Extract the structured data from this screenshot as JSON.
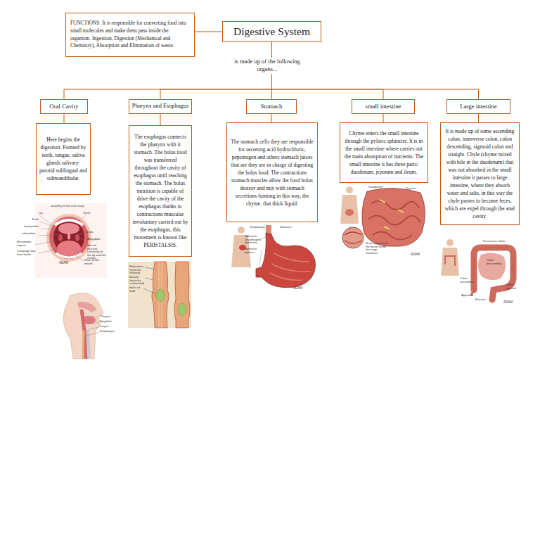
{
  "diagram": {
    "nodes": [
      {
        "text": [
          "FUNCTIONS: It is responsible for converting food into small molecules and make them pass inside the organism. Ingestion, Digestion (Mechanical and Chemistry), Absorption and Elimination of waste."
        ]
      },
      {
        "text": [
          "Digestive System"
        ]
      },
      {
        "text": [
          "Oral Cavity"
        ]
      },
      {
        "text": [
          "Here begins the digestion. Formed by teeth, tongue, saliva glands salivary: parotid sublingual and submandibular."
        ]
      },
      {
        "text": [
          "Pharynx and Esophagus"
        ]
      },
      {
        "text": [
          "The esophagus connects the pharynx with it stomach. The bolus food was transferred throughout the cavity of esophagus until reaching the stomach. The bolus nutrition is capable of drive the cavity of the esophagus thanks to contractions muscular involuntary carried out by the esophagus, this movement is known like PERISTALSIS."
        ]
      },
      {
        "text": [
          "Stomach"
        ]
      },
      {
        "text": [
          "The stomach cells they are responsible for secreting acid hydrochloric, pepsinogen and others stomach juices that are they are in charge of digesting the bolus food. The contractions stomach muscles allow the food bolus destroy and mix with stomach secretions forming in this way, the chyme, that thick liquid."
        ]
      },
      {
        "text": [
          "small intestine"
        ]
      },
      {
        "text": [
          "Chyme enters the small intestine through the pyloric sphincter. It is in the small intestine where carries out the main absorption of nutrients. The small intestine it has three parts: duodenum, jejunum and ileum."
        ]
      },
      {
        "text": [
          "Large intestine"
        ]
      },
      {
        "text": [
          "It is made up of some ascending colon, transverse colon, colon descending, sigmoid colon and straight. Chyle (chyme mixed with bile in the duodenum) that was not absorbed in the small intestine it passes to large intestine, where they absorb water and salts, in this way the chyle passes to become feces, which are expel through the anal cavity."
        ]
      }
    ],
    "edges": [
      {
        "from": 0,
        "to": 1,
        "arrow": "none"
      },
      {
        "from": 1,
        "to": 2,
        "arrow": "none"
      },
      {
        "from": 1,
        "to": 4,
        "arrow": "none"
      },
      {
        "from": 1,
        "to": 6,
        "arrow": "none"
      },
      {
        "from": 1,
        "to": 8,
        "arrow": "none"
      },
      {
        "from": 1,
        "to": 10,
        "arrow": "none"
      },
      {
        "from": 2,
        "to": 3,
        "arrow": "none"
      },
      {
        "from": 4,
        "to": 5,
        "arrow": "none"
      },
      {
        "from": 6,
        "to": 7,
        "arrow": "none"
      },
      {
        "from": 8,
        "to": 9,
        "arrow": "none"
      },
      {
        "from": 10,
        "to": 11,
        "arrow": "none"
      }
    ],
    "labels": [
      "is made up of the following organs...",
      "anatomy of the oral cavity",
      "Lip",
      "Teeth",
      "hard palate",
      "soft palate",
      "Retromolar trigone",
      "Language two front thirds",
      "Teeth",
      "Uvula",
      "Amygdala",
      "Buccal mucosa (covering of the lip and the cheek)",
      "Floor of the mouth",
      "ADAM",
      "Pharynx",
      "Epiglottis",
      "Larynx",
      "Esophagus",
      "Relaxation (muscles relaxed)",
      "Muscle (muscles contracted)",
      "bolus of food",
      "Esophagus",
      "Stomach",
      "Sphincter (esophageal sphincter)",
      "Sphincter pylorus",
      "ADAM",
      "Duodenum",
      "Yeyuno",
      "Ileum (section of the ileum inside the large intestine)",
      "ADAM",
      "Transverse colon",
      "Colon descending",
      "Colon ascending",
      "Appendix",
      "Colon sigmoid",
      "Rectum",
      "ADAM"
    ]
  }
}
